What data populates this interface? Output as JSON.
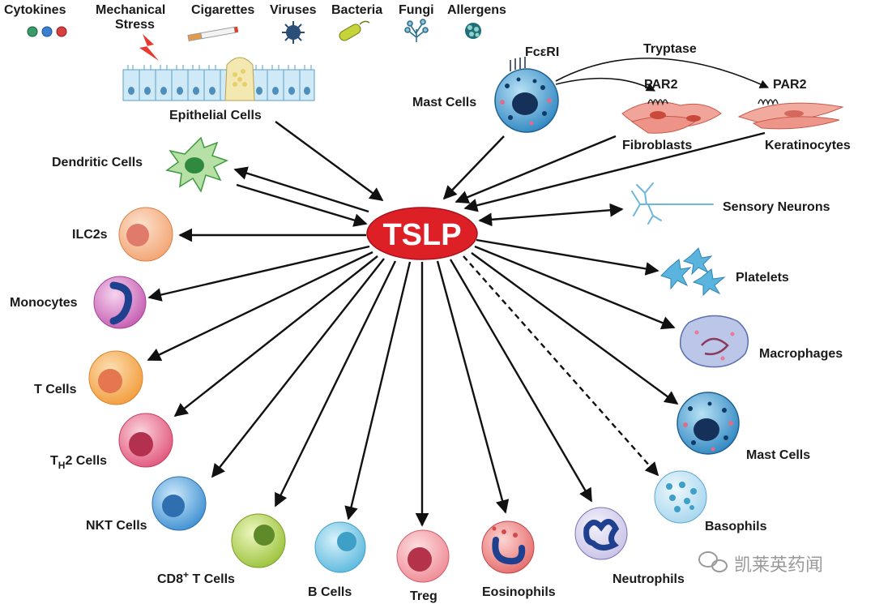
{
  "triggers": [
    "Cytokines",
    "Mechanical",
    "Stress",
    "Cigarettes",
    "Viruses",
    "Bacteria",
    "Fungi",
    "Allergens"
  ],
  "center": "TSLP",
  "sources": {
    "epithelial": "Epithelial  Cells",
    "mast_top": "Mast  Cells",
    "fceri": "FcεRI",
    "tryptase": "Tryptase",
    "par2_a": "PAR2",
    "par2_b": "PAR2",
    "fibroblasts": "Fibroblasts",
    "keratinocytes": "Keratinocytes"
  },
  "targets": {
    "dendritic": "Dendritic  Cells",
    "ilc2": "ILC2s",
    "monocytes": "Monocytes",
    "t_cells": "T  Cells",
    "th2_prefix": "T",
    "th2_sub": "H",
    "th2_suffix": "2  Cells",
    "nkt": "NKT  Cells",
    "cd8_prefix": "CD8",
    "cd8_sup": "+",
    "cd8_suffix": " T  Cells",
    "b_cells": "B  Cells",
    "treg": "Treg",
    "eosinophils": "Eosinophils",
    "neutrophils": "Neutrophils",
    "basophils": "Basophils",
    "mast_cells": "Mast  Cells",
    "macrophages": "Macrophages",
    "platelets": "Platelets",
    "sensory_neurons": "Sensory  Neurons"
  },
  "watermark": "凯莱英药闻",
  "colors": {
    "tslp_red": "#dd1f26",
    "arrow": "#111111",
    "mast_blue": "#3a8fc9",
    "fibro_pink": "#e9847a"
  },
  "icons": [
    "cytokine-dots-icon",
    "lightning-icon",
    "cigarette-icon",
    "virus-icon",
    "bacterium-icon",
    "fungus-icon",
    "allergen-icon",
    "wechat-icon"
  ]
}
